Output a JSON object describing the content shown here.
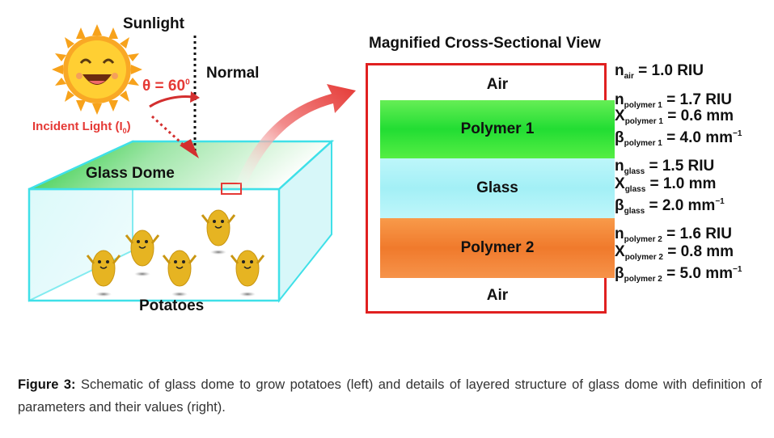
{
  "left_scene": {
    "sunlight_label": "Sunlight",
    "normal_label": "Normal",
    "angle_label": "θ = 60",
    "angle_degree_mark": "0",
    "incident_label": "Incident Light (I",
    "incident_sub": "0",
    "incident_close": ")",
    "dome_label": "Glass Dome",
    "potatoes_label": "Potatoes"
  },
  "cross_section": {
    "title": "Magnified Cross-Sectional View",
    "layers": [
      {
        "label": "Air",
        "color": "#ffffff"
      },
      {
        "label": "Polymer 1",
        "color": "#33dd33"
      },
      {
        "label": "Glass",
        "color": "#aaf3f8"
      },
      {
        "label": "Polymer 2",
        "color": "#f07a2c"
      },
      {
        "label": "Air",
        "color": "#ffffff"
      }
    ],
    "border_color": "#e02020"
  },
  "parameters": {
    "air": {
      "n_sym": "n",
      "n_sub": "air",
      "n_val": "= 1.0 RIU"
    },
    "polymer1": {
      "n_sym": "n",
      "n_sub": "polymer 1",
      "n_val": "= 1.7 RIU",
      "x_sym": "X",
      "x_sub": "polymer 1",
      "x_val": "= 0.6 mm",
      "b_sym": "β",
      "b_sub": "polymer 1",
      "b_val": "= 4.0 mm",
      "b_exp": "−1"
    },
    "glass": {
      "n_sym": "n",
      "n_sub": "glass",
      "n_val": "= 1.5 RIU",
      "x_sym": "X",
      "x_sub": "glass",
      "x_val": "= 1.0 mm",
      "b_sym": "β",
      "b_sub": "glass",
      "b_val": "= 2.0 mm",
      "b_exp": "−1"
    },
    "polymer2": {
      "n_sym": "n",
      "n_sub": "polymer 2",
      "n_val": "= 1.6 RIU",
      "x_sym": "X",
      "x_sub": "polymer 2",
      "x_val": "= 0.8 mm",
      "b_sym": "β",
      "b_sub": "polymer 2",
      "b_val": "= 5.0 mm",
      "b_exp": "−1"
    }
  },
  "caption": {
    "prefix": "Figure 3:",
    "text": " Schematic of glass dome to grow potatoes (left) and details of layered structure of glass dome with definition of parameters and their values (right)."
  },
  "colors": {
    "dome_edge": "#3fe0e8",
    "dome_top_green": "#22cc33",
    "arrow_red": "#e53935",
    "sun_orange": "#f7a21b",
    "sun_face": "#ffcc33",
    "potato": "#e6b422"
  }
}
